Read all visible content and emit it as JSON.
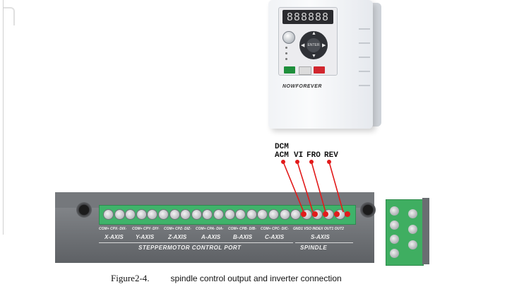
{
  "inverter": {
    "display": "888888",
    "brand": "NOWFOREVER",
    "keypad": {
      "center": "ENTER"
    }
  },
  "signals": {
    "dcm": "DCM",
    "acm": "ACM",
    "vi": "VI",
    "fro": "FRO",
    "rev": "REV"
  },
  "board": {
    "pin_groups": [
      {
        "pins": "COM+ CPX- DIX-",
        "axis": "X-AXIS"
      },
      {
        "pins": "COM+ CPY- DIY-",
        "axis": "Y-AXIS"
      },
      {
        "pins": "COM+ CPZ- DIZ-",
        "axis": "Z-AXIS"
      },
      {
        "pins": "COM+ CPA- DIA-",
        "axis": "A-AXIS"
      },
      {
        "pins": "COM+ CPB- DIB-",
        "axis": "B-AXIS"
      },
      {
        "pins": "COM+ CPC- DIC-",
        "axis": "C-AXIS"
      },
      {
        "pins": "GND1 VSO INDEX OUT1 OUT2",
        "axis": "S-AXIS"
      }
    ],
    "port_label": "STEPPERMOTOR CONTROL PORT",
    "spindle_label": "SPINDLE"
  },
  "caption": {
    "figure": "Figure2-4.",
    "text": "spindle control output and inverter connection"
  },
  "colors": {
    "terminal_green": "#3fb36a",
    "wire_red": "#e21b1b",
    "board_gray": "#7a7d81"
  }
}
